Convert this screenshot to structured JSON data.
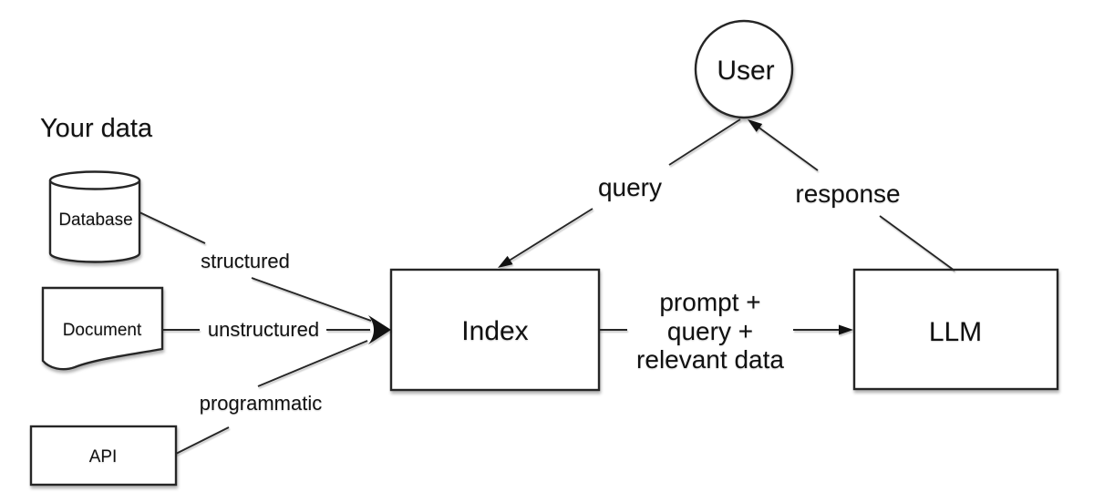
{
  "diagram": {
    "title": "Your data",
    "nodes": {
      "database": {
        "label": "Database",
        "shape": "cylinder"
      },
      "document": {
        "label": "Document",
        "shape": "document"
      },
      "api": {
        "label": "API",
        "shape": "rectangle"
      },
      "index": {
        "label": "Index",
        "shape": "rectangle"
      },
      "llm": {
        "label": "LLM",
        "shape": "rectangle"
      },
      "user": {
        "label": "User",
        "shape": "circle"
      }
    },
    "edges": {
      "structured": {
        "label": "structured",
        "from": "database",
        "to": "index"
      },
      "unstructured": {
        "label": "unstructured",
        "from": "document",
        "to": "index"
      },
      "programmatic": {
        "label": "programmatic",
        "from": "api",
        "to": "index"
      },
      "query": {
        "label": "query",
        "from": "user",
        "to": "index"
      },
      "response": {
        "label": "response",
        "from": "llm",
        "to": "user"
      },
      "prompt": {
        "label_lines": [
          "prompt +",
          "query +",
          "relevant data"
        ],
        "from": "index",
        "to": "llm"
      }
    },
    "colors": {
      "background": "#ffffff",
      "stroke": "#262626",
      "text": "#111111"
    }
  }
}
